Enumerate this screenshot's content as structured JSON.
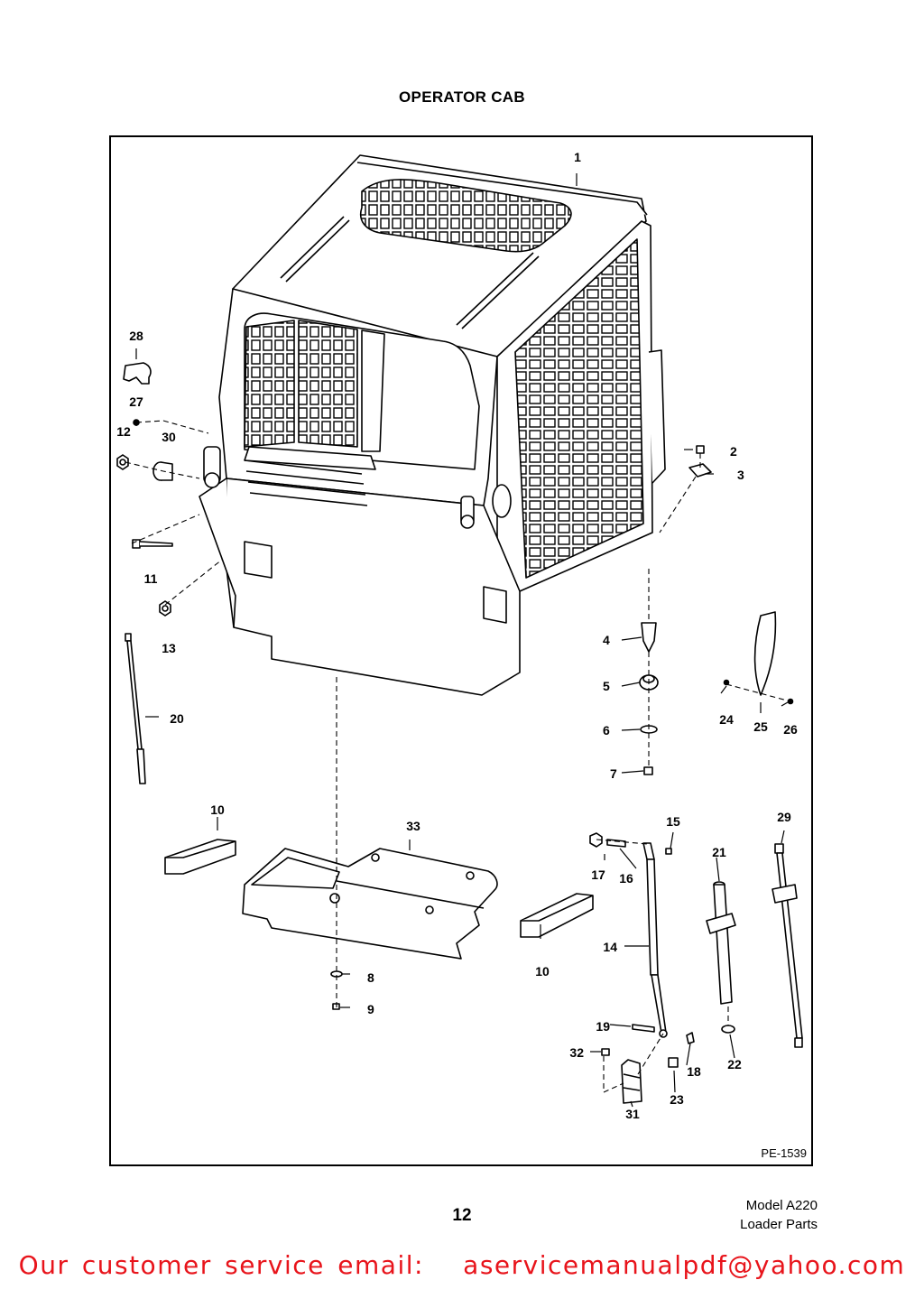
{
  "page": {
    "title": "OPERATOR CAB",
    "drawing_code": "PE-1539",
    "page_number": "12",
    "model": "Model A220",
    "section": "Loader Parts",
    "footer": "Our customer service email:   aservicemanualpdf@yahoo.com"
  },
  "callouts": {
    "c1": "1",
    "c2": "2",
    "c3": "3",
    "c4": "4",
    "c5": "5",
    "c6": "6",
    "c7": "7",
    "c8": "8",
    "c9": "9",
    "c10a": "10",
    "c10b": "10",
    "c11": "11",
    "c12": "12",
    "c13": "13",
    "c14": "14",
    "c15": "15",
    "c16": "16",
    "c17": "17",
    "c18": "18",
    "c19": "19",
    "c20": "20",
    "c21": "21",
    "c22": "22",
    "c23": "23",
    "c24": "24",
    "c25": "25",
    "c26": "26",
    "c27": "27",
    "c28": "28",
    "c29": "29",
    "c30": "30",
    "c31": "31",
    "c32": "32",
    "c33": "33"
  }
}
